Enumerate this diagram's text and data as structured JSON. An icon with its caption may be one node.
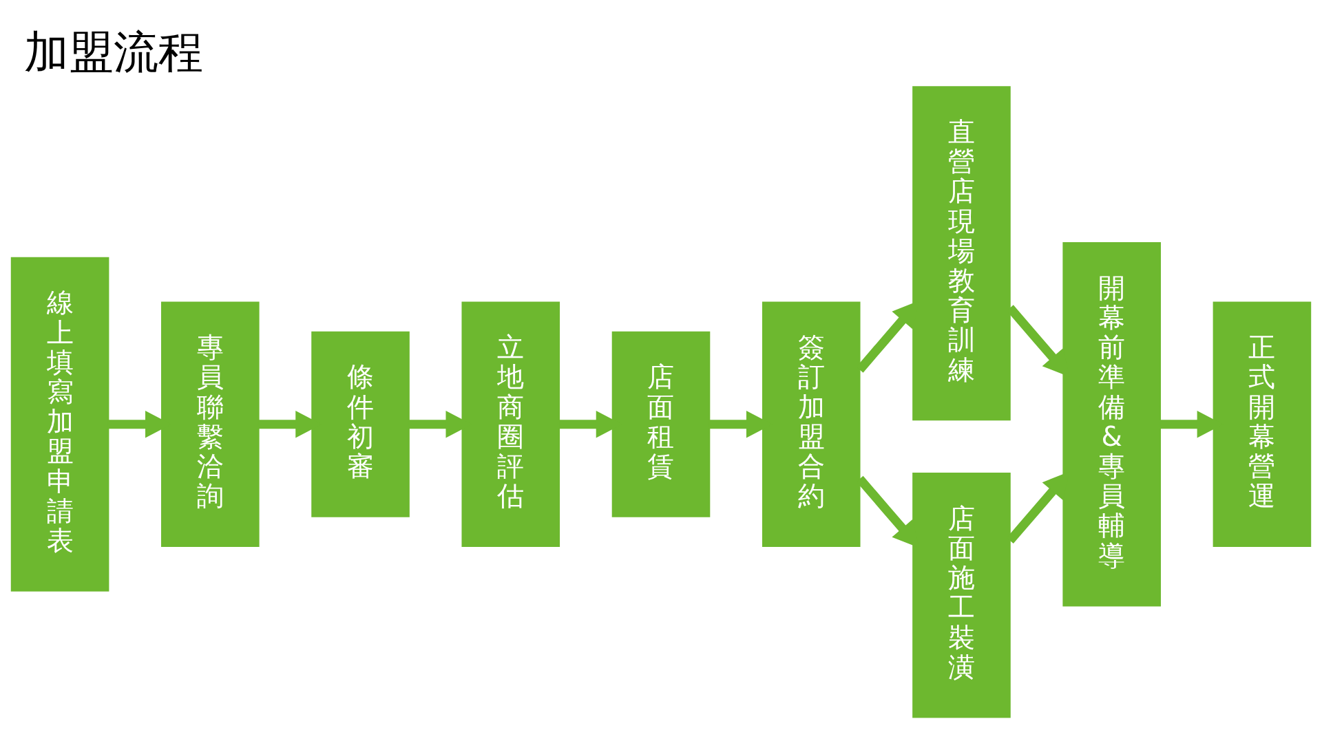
{
  "diagram": {
    "title": "加盟流程",
    "nodes": [
      {
        "text": [
          "線上填寫加盟申請表"
        ]
      },
      {
        "text": [
          "專員聯繫洽詢"
        ]
      },
      {
        "text": [
          "條件初審"
        ]
      },
      {
        "text": [
          "立地商圈評估"
        ]
      },
      {
        "text": [
          "店面租賃"
        ]
      },
      {
        "text": [
          "簽訂加盟合約"
        ]
      },
      {
        "text": [
          "直營店現場教育訓練"
        ]
      },
      {
        "text": [
          "店面施工裝潢"
        ]
      },
      {
        "text": [
          "開幕前準備&專員輔導"
        ]
      },
      {
        "text": [
          "正式開幕營運"
        ]
      }
    ],
    "edges": [
      {
        "from": 0,
        "to": 1,
        "arrow": "to"
      },
      {
        "from": 1,
        "to": 2,
        "arrow": "to"
      },
      {
        "from": 2,
        "to": 3,
        "arrow": "to"
      },
      {
        "from": 3,
        "to": 4,
        "arrow": "to"
      },
      {
        "from": 4,
        "to": 5,
        "arrow": "to"
      },
      {
        "from": 5,
        "to": 6,
        "arrow": "to"
      },
      {
        "from": 5,
        "to": 7,
        "arrow": "to"
      },
      {
        "from": 6,
        "to": 8,
        "arrow": "to"
      },
      {
        "from": 7,
        "to": 8,
        "arrow": "to"
      },
      {
        "from": 8,
        "to": 9,
        "arrow": "to"
      }
    ]
  }
}
